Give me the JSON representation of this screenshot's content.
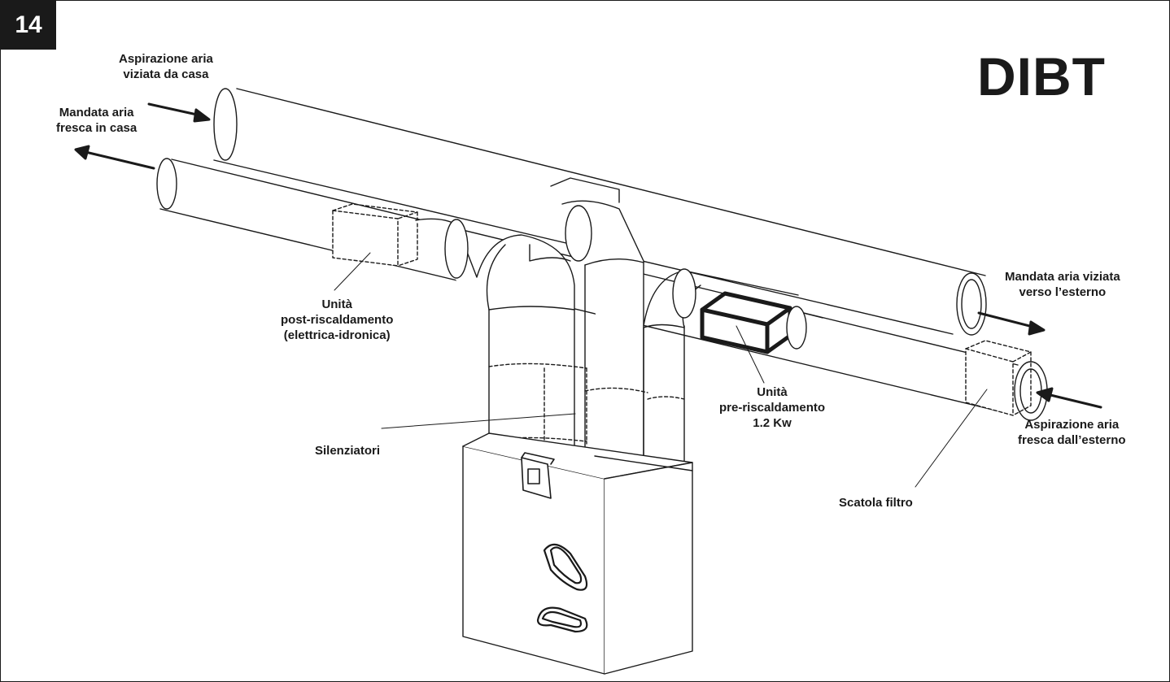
{
  "figure_number": "14",
  "title": "DIBT",
  "labels": {
    "exhaust_from_house": [
      "Aspirazione aria",
      "viziata da casa"
    ],
    "supply_to_house": [
      "Mandata aria",
      "fresca in casa"
    ],
    "post_heating": [
      "Unità",
      "post-riscaldamento",
      "(elettrica-idronica)"
    ],
    "silencers": [
      "Silenziatori"
    ],
    "pre_heating": [
      "Unità",
      "pre-riscaldamento",
      "1.2 Kw"
    ],
    "exhaust_outside": [
      "Mandata aria viziata",
      "verso l’esterno"
    ],
    "intake_outside": [
      "Aspirazione aria",
      "fresca dall’esterno"
    ],
    "filter_box": [
      "Scatola filtro"
    ]
  },
  "colors": {
    "ink": "#1a1a1a",
    "paper": "#ffffff"
  }
}
